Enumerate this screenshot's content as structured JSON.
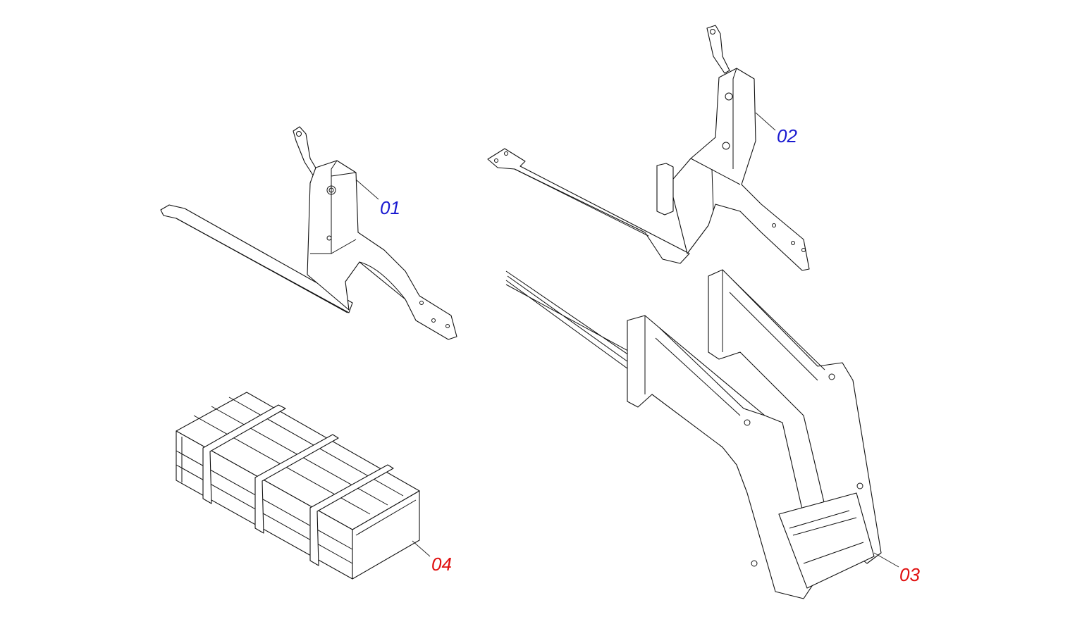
{
  "parts": [
    {
      "id": "01",
      "label": "01",
      "color": "#1a1ad0"
    },
    {
      "id": "02",
      "label": "02",
      "color": "#1a1ad0"
    },
    {
      "id": "03",
      "label": "03",
      "color": "#e01010"
    },
    {
      "id": "04",
      "label": "04",
      "color": "#e01010"
    }
  ]
}
